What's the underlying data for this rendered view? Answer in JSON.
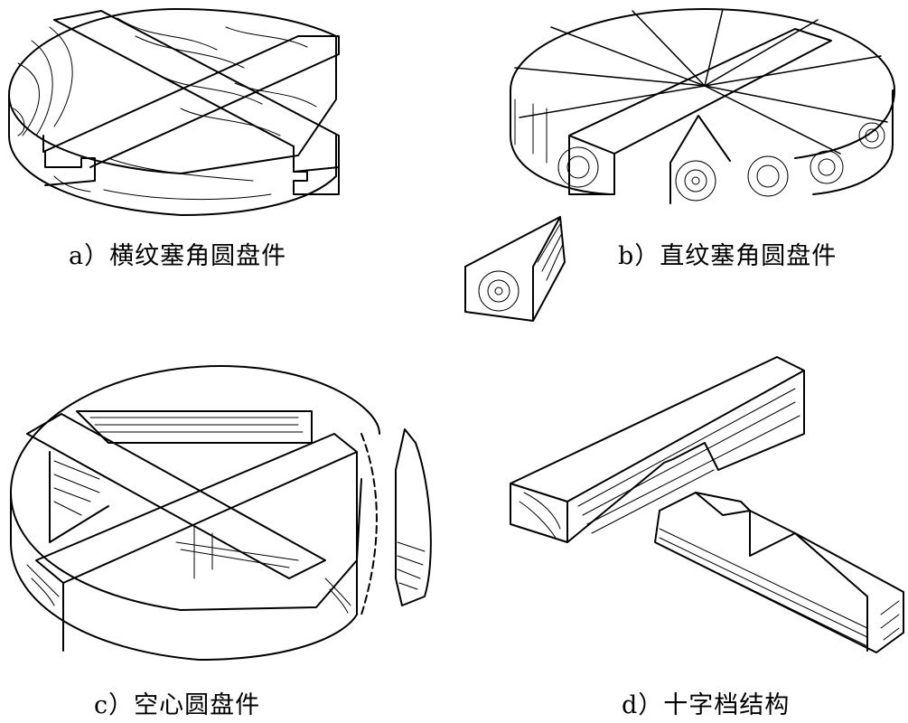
{
  "captions": {
    "a": "a）横纹塞角圆盘件",
    "b": "b）直纹塞角圆盘件",
    "c": "c）空心圆盘件",
    "d": "d）十字档结构"
  }
}
